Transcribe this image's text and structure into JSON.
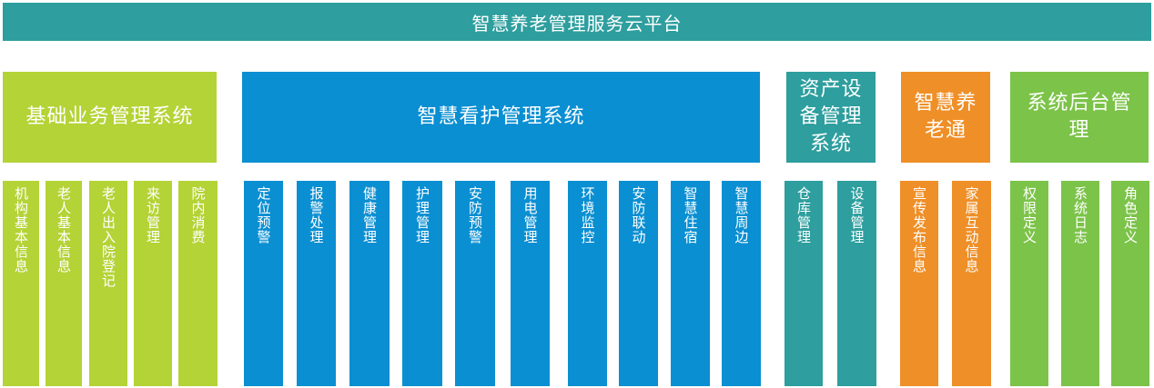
{
  "platform": {
    "title": "智慧养老管理服务云平台"
  },
  "colors": {
    "platform": "#2e9e9e",
    "basic": "#b4d336",
    "care": "#0a8fd2",
    "asset": "#2e9e9e",
    "elder": "#ef8f27",
    "admin": "#7cc349"
  },
  "systems": [
    {
      "title": "基础业务管理系统",
      "modules": [
        "机构基本信息",
        "老人基本信息",
        "老人出入院登记",
        "来访管理",
        "院内消费"
      ]
    },
    {
      "title": "智慧看护管理系统",
      "modules": [
        "定位预警",
        "报警处理",
        "健康管理",
        "护理管理",
        "安防预警",
        "用电管理",
        "环境监控",
        "安防联动",
        "智慧住宿",
        "智慧周边"
      ]
    },
    {
      "title": "资产设备管理系统",
      "modules": [
        "仓库管理",
        "设备管理"
      ]
    },
    {
      "title": "智慧养老通",
      "modules": [
        "宣传发布信息",
        "家属互动信息"
      ]
    },
    {
      "title": "系统后台管理",
      "modules": [
        "权限定义",
        "系统日志",
        "角色定义"
      ]
    }
  ]
}
